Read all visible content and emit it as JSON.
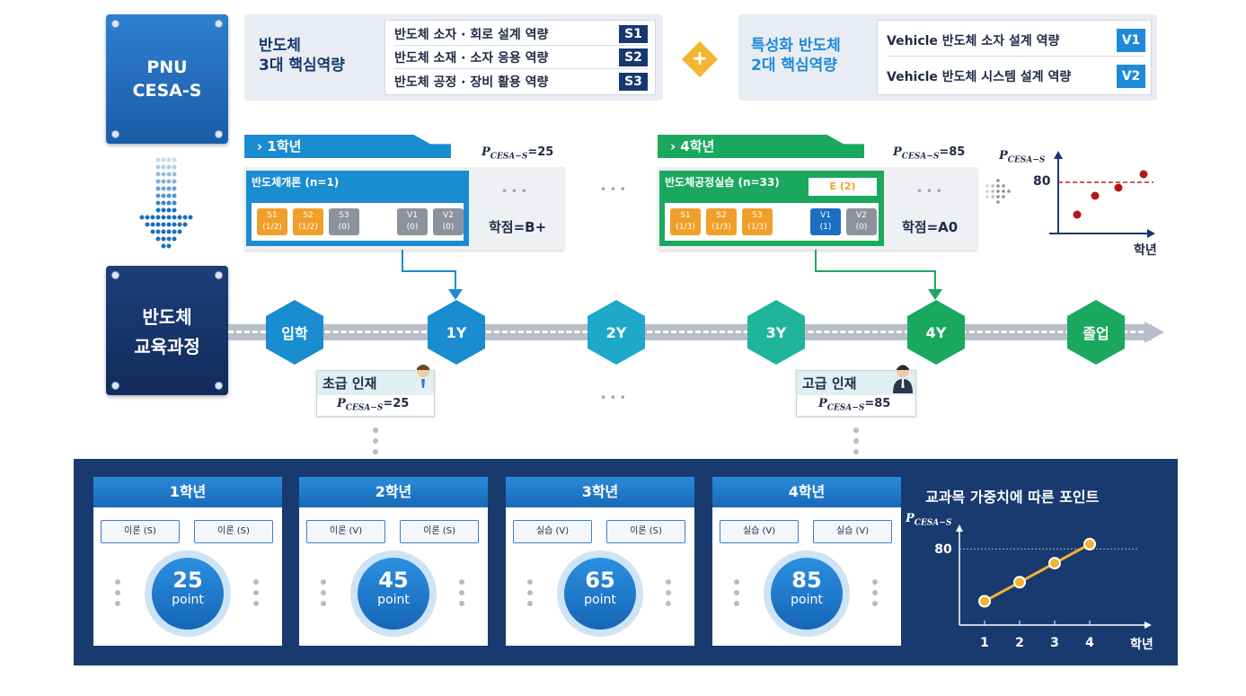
{
  "brand": {
    "line1": "PNU",
    "line2": "CESA-S"
  },
  "curriculum_badge": {
    "line1": "반도체",
    "line2": "교육과정"
  },
  "core": {
    "title1": "반도체",
    "title2": "3대 핵심역량",
    "items": [
      {
        "label": "반도체 소자 · 회로 설계 역량",
        "tag": "S1"
      },
      {
        "label": "반도체 소재 · 소자 응용 역량",
        "tag": "S2"
      },
      {
        "label": "반도체 공정 · 장비 활용 역량",
        "tag": "S3"
      }
    ]
  },
  "plus_symbol": "+",
  "special": {
    "title1": "특성화 반도체",
    "title2": "2대 핵심역량",
    "items": [
      {
        "label": "Vehicle 반도체 소자 설계 역량",
        "tag": "V1"
      },
      {
        "label": "Vehicle 반도체 시스템 설계 역량",
        "tag": "V2"
      }
    ]
  },
  "p_label": {
    "main": "P",
    "sub": "CESA−S"
  },
  "year1_card": {
    "tab": "1학년",
    "p_value": "=25",
    "course": "반도체개론 (n=1)",
    "chips": [
      {
        "name": "S1",
        "val": "(1/2)"
      },
      {
        "name": "S2",
        "val": "(1/2)"
      },
      {
        "name": "S3",
        "val": "(0)"
      },
      {
        "name": "V1",
        "val": "(0)"
      },
      {
        "name": "V2",
        "val": "(0)"
      }
    ],
    "dots": "• • •",
    "grade": "학점=B+"
  },
  "year4_card": {
    "tab": "4학년",
    "p_value": "=85",
    "course": "반도체공정실습 (n=33)",
    "extra": "E (2)",
    "chips": [
      {
        "name": "S1",
        "val": "(1/3)"
      },
      {
        "name": "S2",
        "val": "(1/3)"
      },
      {
        "name": "S3",
        "val": "(1/3)"
      },
      {
        "name": "V1",
        "val": "(1)"
      },
      {
        "name": "V2",
        "val": "(0)"
      }
    ],
    "dots": "• • •",
    "grade": "학점=A0"
  },
  "mid_dots": "• • •",
  "timeline": [
    "입학",
    "1Y",
    "2Y",
    "3Y",
    "4Y",
    "졸업"
  ],
  "beginner": {
    "title": "초급 인재",
    "p_value": "=25"
  },
  "advanced": {
    "title": "고급 인재",
    "p_value": "=85"
  },
  "mini_chart": {
    "y_tick": "80",
    "x_label": "학년"
  },
  "bottom": {
    "chart_title": "교과목 가중치에 따른 포인트",
    "years": [
      {
        "head": "1학년",
        "btn1": "이론 (S)",
        "btn2": "이론 (S)",
        "value": "25",
        "unit": "point"
      },
      {
        "head": "2학년",
        "btn1": "이론 (V)",
        "btn2": "이론 (S)",
        "value": "45",
        "unit": "point"
      },
      {
        "head": "3학년",
        "btn1": "실습 (V)",
        "btn2": "이론 (S)",
        "value": "65",
        "unit": "point"
      },
      {
        "head": "4학년",
        "btn1": "실습 (V)",
        "btn2": "실습 (V)",
        "value": "85",
        "unit": "point"
      }
    ]
  },
  "chart_data": {
    "type": "line",
    "title": "교과목 가중치에 따른 포인트",
    "xlabel": "학년",
    "ylabel": "P CESA-S",
    "x": [
      1,
      2,
      3,
      4
    ],
    "values": [
      25,
      45,
      65,
      85
    ],
    "y_ticks": [
      80
    ],
    "ylim": [
      0,
      100
    ],
    "reference_line": 80,
    "color": "#f3b231"
  },
  "colors": {
    "blue": "#1a6fc0",
    "green": "#1aa85f",
    "orange": "#f0a02a",
    "navy": "#183a6e"
  }
}
